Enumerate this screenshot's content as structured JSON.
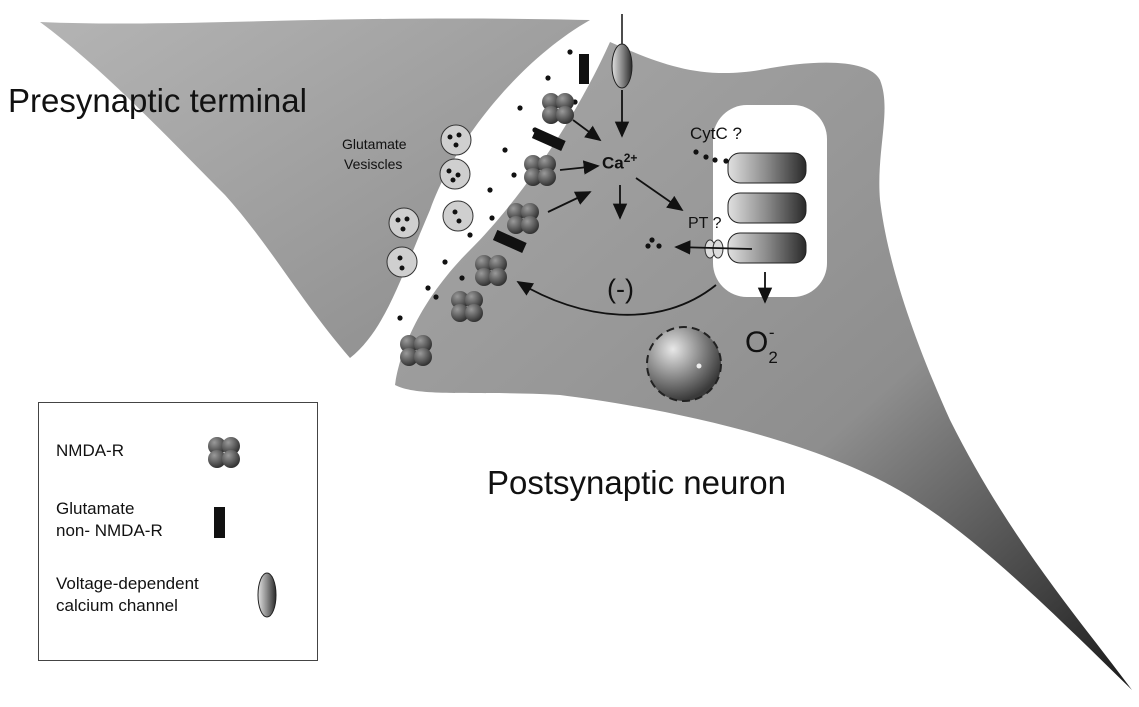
{
  "labels": {
    "presynaptic": "Presynaptic terminal",
    "postsynaptic": "Postsynaptic neuron",
    "vesicles_line1": "Glutamate",
    "vesicles_line2": "Vesiscles",
    "ca_base": "Ca",
    "ca_sup": "2+",
    "cytc": "CytC ?",
    "pt": "PT ?",
    "inhibit": "(-)",
    "o2_base": "O",
    "o2_sub": "2",
    "o2_sup": "-"
  },
  "legend": {
    "nmda": "NMDA-R",
    "non_nmda": "Glutamate\nnon- NMDA-R",
    "vdcc": "Voltage-dependent\n calcium channel"
  },
  "colors": {
    "membrane_gray": "#9c9c9c",
    "dark": "#111111",
    "receptor": "#555555",
    "background": "#ffffff"
  }
}
